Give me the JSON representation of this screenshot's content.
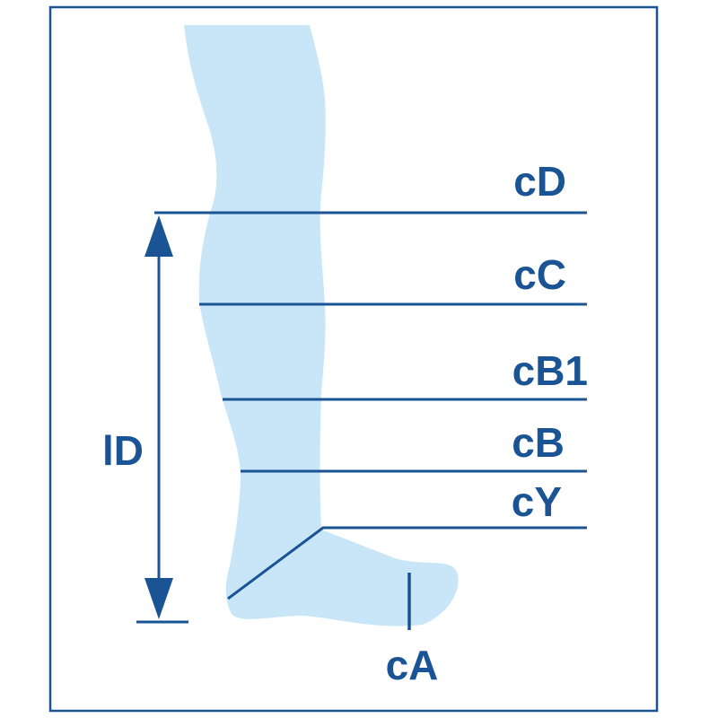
{
  "colors": {
    "primary": "#1a5494",
    "leg_fill": "#c8e6f7",
    "background": "#ffffff"
  },
  "labels": {
    "cD": "cD",
    "cC": "cC",
    "cB1": "cB1",
    "cB": "cB",
    "cY": "cY",
    "cA": "cA",
    "lD": "lD"
  }
}
